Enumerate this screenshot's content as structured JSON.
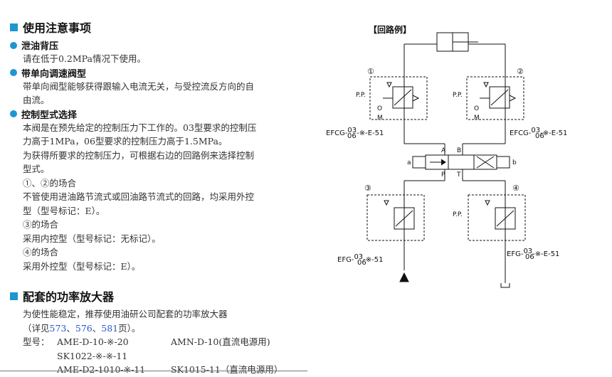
{
  "section1": {
    "title": "使用注意事项",
    "items": [
      {
        "heading": "泄油背压",
        "lines": [
          "请在低于0.2MPa情况下使用。"
        ]
      },
      {
        "heading": "带单向调速阀型",
        "lines": [
          "带单向阀型能够获得跟输入电流无关，与受控流反方向的自",
          "由流。"
        ]
      },
      {
        "heading": "控制型式选择",
        "lines": [
          "本阀是在预先给定的控制压力下工作的。03型要求的控制压",
          "力高于1MPa，06型要求的控制压力高于1.5MPa。",
          "为获得所要求的控制压力，可根据右边的回路例来选择控制",
          "型式。",
          "①、②的场合",
          "不管使用进油路节流式或回油路节流式的回路，均采用外控",
          "型（型号标记：E）。",
          "③的场合",
          "采用内控型（型号标记：无标记）。",
          "④的场合",
          "采用外控型（型号标记：E）。"
        ]
      }
    ]
  },
  "section2": {
    "title": "配套的功率放大器",
    "line1": "为使性能稳定，推荐使用油研公司配套的功率放大器",
    "line2_prefix": "（详见",
    "pages": [
      "573",
      "576",
      "581"
    ],
    "sep": "、",
    "line2_suffix": "页）。",
    "models_label": "型号：",
    "models": [
      [
        "AME-D-10-※-20",
        "AMN-D-10(直流电源用)"
      ],
      [
        "SK1022-※-※-11",
        ""
      ],
      [
        "AME-D2-1010-※-11",
        "SK1015-11（直流电源用）"
      ]
    ]
  },
  "diagram": {
    "title": "【回路例】",
    "circle_1": "①",
    "circle_2": "②",
    "circle_3": "③",
    "circle_4": "④",
    "pp": "P.P.",
    "o": "O",
    "m": "M",
    "label_1_main": "EFCG-",
    "label_1_tail": "-※-E-51",
    "label_2_main": "EFCG-",
    "label_2_tail": "-※-E-51",
    "label_3_main": "EFG-",
    "label_3_tail": "-※-51",
    "label_4_main": "EFG-",
    "label_4_tail": "-※-E-51",
    "size_top": "03",
    "size_bottom": "06",
    "port_a": "A",
    "port_b": "B",
    "port_p": "P",
    "port_t": "T",
    "sol_a": "a",
    "sol_b": "b"
  },
  "colors": {
    "accent": "#1e96d2",
    "link": "#2a57c9"
  }
}
